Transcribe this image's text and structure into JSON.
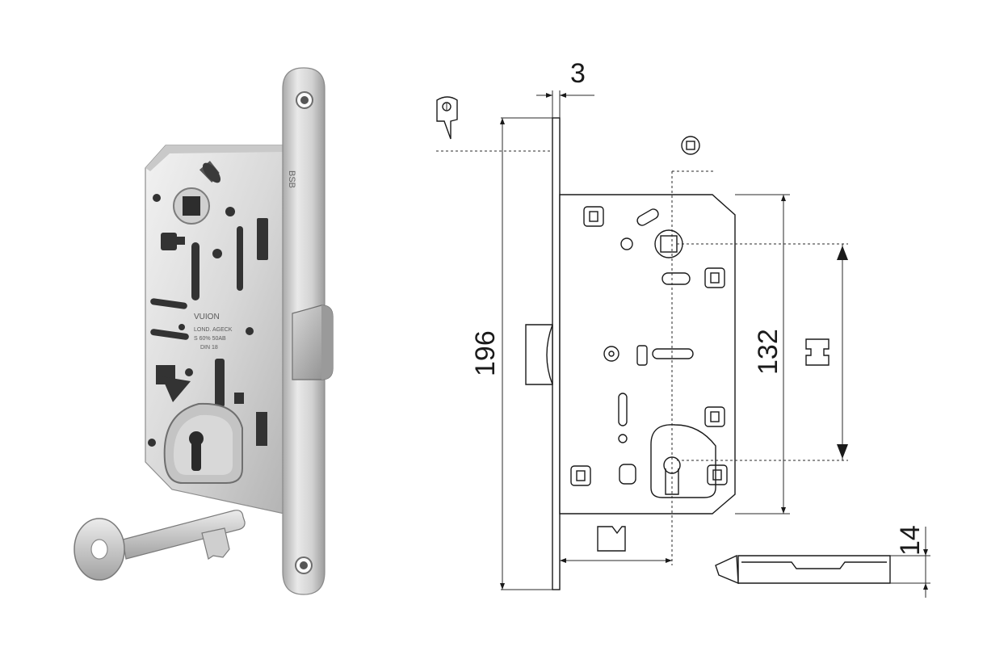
{
  "photo": {
    "engraving_lines": [
      "VUION",
      "LOND. AGECK",
      "S 60% 50AB",
      "DIN 18"
    ],
    "faceplate_mark": "BSB",
    "colors": {
      "steel_light": "#e8e8e8",
      "steel_mid": "#bdbdbd",
      "steel_dark": "#7a7a7a",
      "hole_dark": "#2f2f2f"
    }
  },
  "drawing": {
    "dimensions": {
      "faceplate_thickness": "3",
      "faceplate_height": "196",
      "case_height": "132",
      "latch_width": "14"
    },
    "icons": [
      "latch-bolt-icon",
      "square-spindle-icon",
      "spindle-profile-icon",
      "cylinder-profile-icon"
    ]
  }
}
